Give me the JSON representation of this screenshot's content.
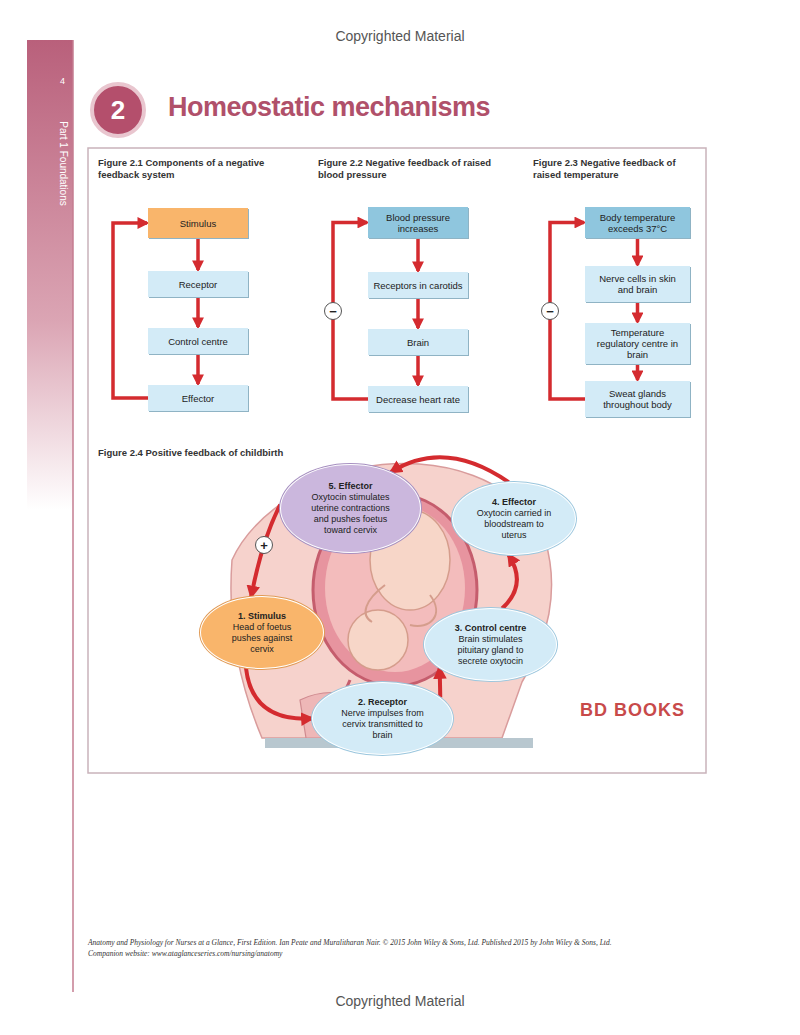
{
  "diagram": {
    "title": "Homeostatic mechanisms",
    "nodes": [
      {
        "text": [
          "2"
        ]
      },
      {
        "text": [
          "Stimulus"
        ]
      },
      {
        "text": [
          "Receptor"
        ]
      },
      {
        "text": [
          "Control centre"
        ]
      },
      {
        "text": [
          "Effector"
        ]
      },
      {
        "text": [
          "Blood pressure increases"
        ]
      },
      {
        "text": [
          "Receptors in carotids"
        ]
      },
      {
        "text": [
          "Brain"
        ]
      },
      {
        "text": [
          "Decrease heart rate"
        ]
      },
      {
        "text": [
          "Body temperature exceeds 37°C"
        ]
      },
      {
        "text": [
          "Nerve cells in skin and brain"
        ]
      },
      {
        "text": [
          "Temperature regulatory centre in brain"
        ]
      },
      {
        "text": [
          "Sweat glands throughout body"
        ]
      },
      {
        "text": [
          "1. Stimulus",
          "Head of foetus pushes against cervix"
        ]
      },
      {
        "text": [
          "2. Receptor",
          "Nerve impulses from cervix transmitted to brain"
        ]
      },
      {
        "text": [
          "3. Control centre",
          "Brain stimulates pituitary gland to secrete oxytocin"
        ]
      },
      {
        "text": [
          "4. Effector",
          "Oxytocin carried in bloodstream to uterus"
        ]
      },
      {
        "text": [
          "5. Effector",
          "Oxytocin stimulates uterine contractions and pushes foetus toward cervix"
        ]
      }
    ],
    "edges": [
      {
        "from": 1,
        "to": 2,
        "arrow": "to"
      },
      {
        "from": 2,
        "to": 3,
        "arrow": "to"
      },
      {
        "from": 3,
        "to": 4,
        "arrow": "to"
      },
      {
        "from": 4,
        "to": 1,
        "arrow": "to"
      },
      {
        "from": 5,
        "to": 6,
        "arrow": "to"
      },
      {
        "from": 6,
        "to": 7,
        "arrow": "to"
      },
      {
        "from": 7,
        "to": 8,
        "arrow": "to"
      },
      {
        "from": 8,
        "to": 5,
        "arrow": "to",
        "label": "−"
      },
      {
        "from": 9,
        "to": 10,
        "arrow": "to"
      },
      {
        "from": 10,
        "to": 11,
        "arrow": "to"
      },
      {
        "from": 11,
        "to": 12,
        "arrow": "to"
      },
      {
        "from": 12,
        "to": 9,
        "arrow": "to",
        "label": "−"
      },
      {
        "from": 13,
        "to": 14,
        "arrow": "to"
      },
      {
        "from": 14,
        "to": 15,
        "arrow": "to"
      },
      {
        "from": 15,
        "to": 16,
        "arrow": "to"
      },
      {
        "from": 16,
        "to": 17,
        "arrow": "to"
      },
      {
        "from": 17,
        "to": 13,
        "arrow": "to",
        "label": "+"
      }
    ],
    "labels": [
      "Copyrighted Material",
      "4",
      "Part 1 Foundations",
      "Figure 2.1 Components of a negative feedback system",
      "Figure 2.2 Negative feedback of raised blood pressure",
      "Figure 2.3 Negative feedback of raised temperature",
      "Figure 2.4 Positive feedback of childbirth",
      "BD BOOKS",
      "Anatomy and Physiology for Nurses at a Glance, First Edition. Ian Peate and Muralitharan Nair. © 2015 John Wiley & Sons, Ltd. Published 2015 by John Wiley & Sons, Ltd.",
      "Companion website: www.ataglanceseries.com/nursing/anatomy",
      "Copyrighted Material"
    ]
  }
}
